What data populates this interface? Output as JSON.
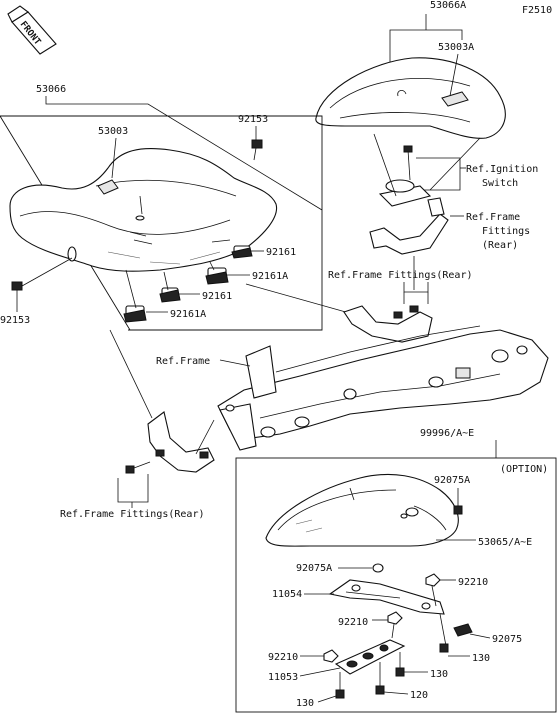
{
  "figure_code": "F2510",
  "front_label": "FRONT",
  "option_label": "(OPTION)",
  "parts": {
    "p53066A": "53066A",
    "p53003A_top": "53003A",
    "ignition_1": "Ref.Ignition",
    "ignition_2": "Switch",
    "frame_fit_1": "Ref.Frame",
    "frame_fit_2": "Fittings",
    "frame_fit_3": "(Rear)",
    "p53066": "53066",
    "p53003": "53003",
    "p92153_top": "92153",
    "p92161_a": "92161",
    "p92161A_a": "92161A",
    "p92161_b": "92161",
    "p92161A_b": "92161A",
    "p92153_left": "92153",
    "ref_frame_fittings_rear_mid": "Ref.Frame Fittings(Rear)",
    "ref_frame": "Ref.Frame",
    "p99996": "99996/A~E",
    "ref_frame_fittings_rear_bottom": "Ref.Frame Fittings(Rear)",
    "p92075A_1": "92075A",
    "p53065": "53065/A~E",
    "p92075A_2": "92075A",
    "p11054": "11054",
    "p92210_1": "92210",
    "p92210_2": "92210",
    "p92075": "92075",
    "p92210_3": "92210",
    "p130_a": "130",
    "p130_b": "130",
    "p11053": "11053",
    "p130_c": "130",
    "p120": "120"
  }
}
